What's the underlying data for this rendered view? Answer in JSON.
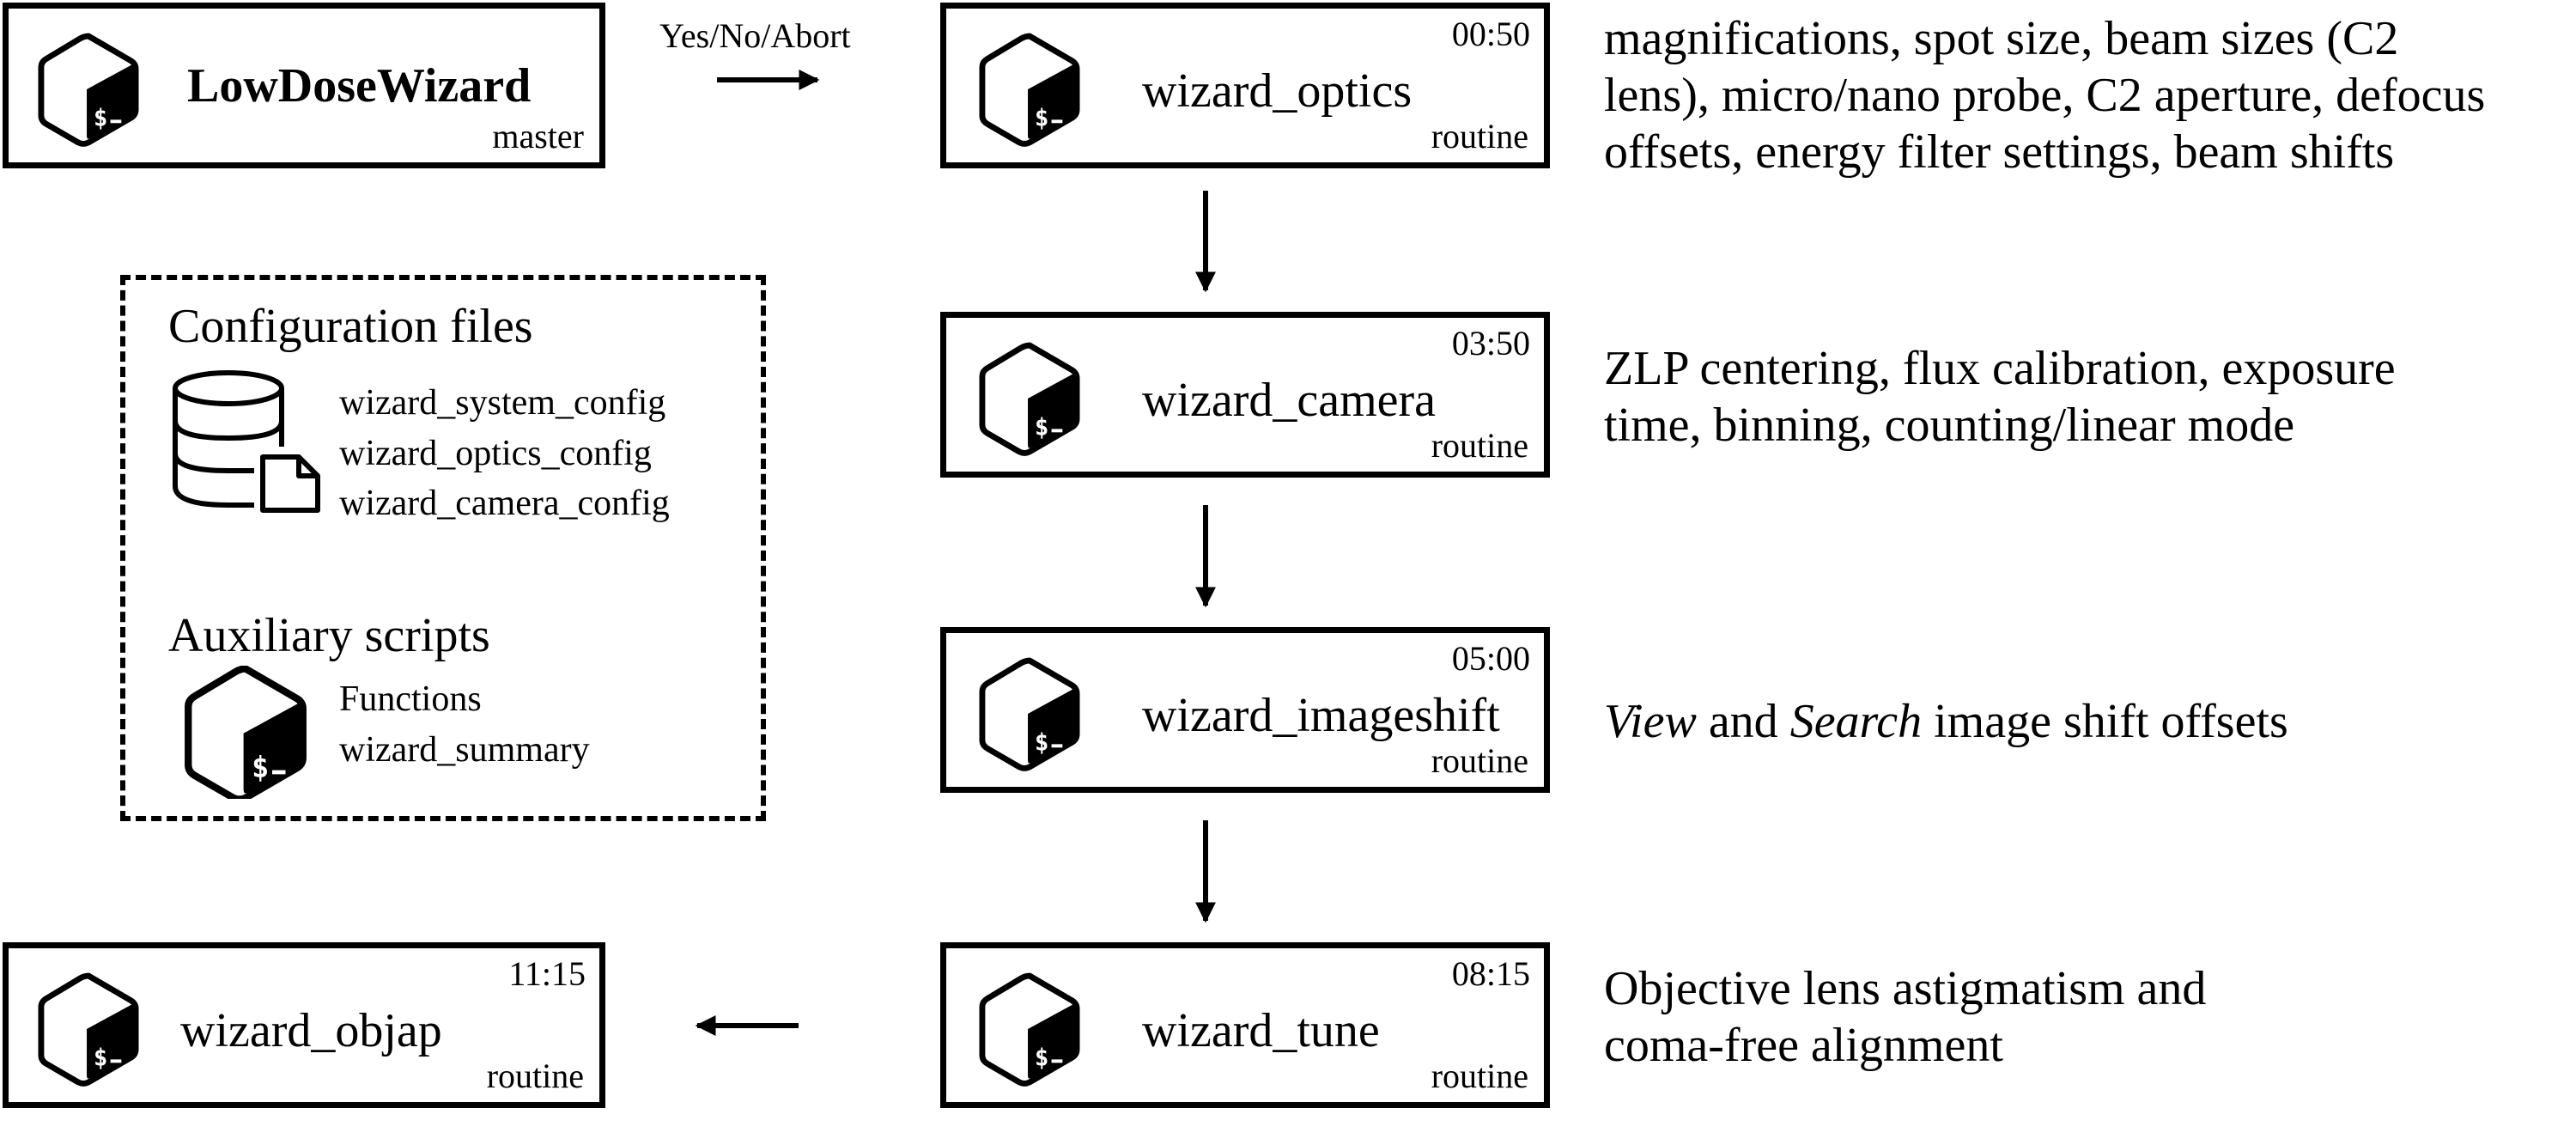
{
  "master": {
    "title": "LowDoseWizard",
    "role": "master"
  },
  "edge_label": "Yes/No/Abort",
  "routines": [
    {
      "title": "wizard_optics",
      "role": "routine",
      "time": "00:50",
      "description": [
        "magnifications, spot size, beam sizes (C2",
        "lens), micro/nano probe, C2 aperture, defocus",
        "offsets, energy filter settings, beam shifts"
      ]
    },
    {
      "title": "wizard_camera",
      "role": "routine",
      "time": "03:50",
      "description": [
        "ZLP centering, flux calibration, exposure",
        "time, binning, counting/linear mode"
      ]
    },
    {
      "title": "wizard_imageshift",
      "role": "routine",
      "time": "05:00",
      "description_parts": {
        "em1": "View",
        "t1": " and ",
        "em2": "Search",
        "t2": " image shift offsets"
      }
    },
    {
      "title": "wizard_tune",
      "role": "routine",
      "time": "08:15",
      "description": [
        "Objective lens astigmatism and",
        "coma-free alignment"
      ]
    }
  ],
  "objap": {
    "title": "wizard_objap",
    "role": "routine",
    "time": "11:15"
  },
  "panel": {
    "config_heading": "Configuration files",
    "config_files": [
      "wizard_system_config",
      "wizard_optics_config",
      "wizard_camera_config"
    ],
    "aux_heading": "Auxiliary scripts",
    "aux_items": [
      "Functions",
      "wizard_summary"
    ]
  }
}
